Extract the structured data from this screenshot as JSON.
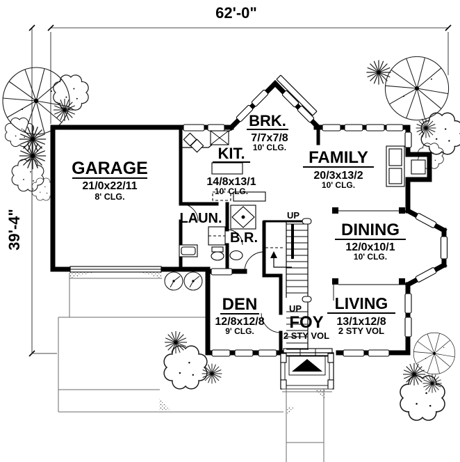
{
  "plan": {
    "dim_width": "62'-0\"",
    "dim_depth": "39'-4\"",
    "rooms": {
      "garage": {
        "name": "GARAGE",
        "size": "21/0x22/11",
        "clg": "8' CLG."
      },
      "kitchen": {
        "name": "KIT.",
        "size": "14/8x13/1",
        "clg": "10' CLG."
      },
      "breakfast": {
        "name": "BRK.",
        "size": "7/7x7/8",
        "clg": "10' CLG."
      },
      "family": {
        "name": "FAMILY",
        "size": "20/3x13/2",
        "clg": "10' CLG."
      },
      "dining": {
        "name": "DINING",
        "size": "12/0x10/1",
        "clg": "10' CLG."
      },
      "laundry": {
        "name": "LAUN."
      },
      "bath": {
        "name": "B.R."
      },
      "den": {
        "name": "DEN",
        "size": "12/8x12/8",
        "clg": "9' CLG."
      },
      "foyer": {
        "name": "FOY",
        "note": "2 STY VOL",
        "up": "UP"
      },
      "living": {
        "name": "LIVING",
        "size": "13/1x12/8",
        "note": "2 STY VOL"
      },
      "stairs": {
        "up": "UP"
      }
    },
    "colors": {
      "ink": "#000000",
      "paper": "#ffffff"
    }
  }
}
